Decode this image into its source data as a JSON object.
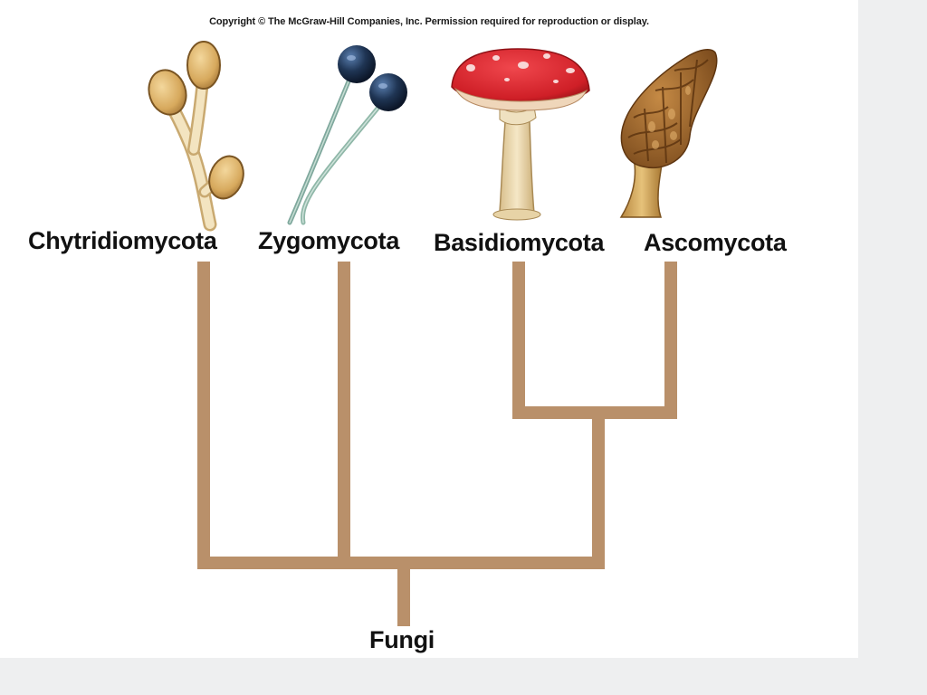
{
  "copyright": "Copyright © The McGraw-Hill Companies, Inc. Permission required for reproduction or display.",
  "root": "Fungi",
  "taxa": [
    {
      "name": "Chytridiomycota",
      "illustration": "chytrid-sporangia-illustration"
    },
    {
      "name": "Zygomycota",
      "illustration": "zygomycete-sporangia-illustration"
    },
    {
      "name": "Basidiomycota",
      "illustration": "red-mushroom-illustration"
    },
    {
      "name": "Ascomycota",
      "illustration": "morel-illustration"
    }
  ],
  "colors": {
    "branch": "#b9906a",
    "background": "#ffffff",
    "outer": "#eeeff0",
    "mushroom_cap": "#d9262e",
    "zygo_spore": "#1f3554"
  }
}
